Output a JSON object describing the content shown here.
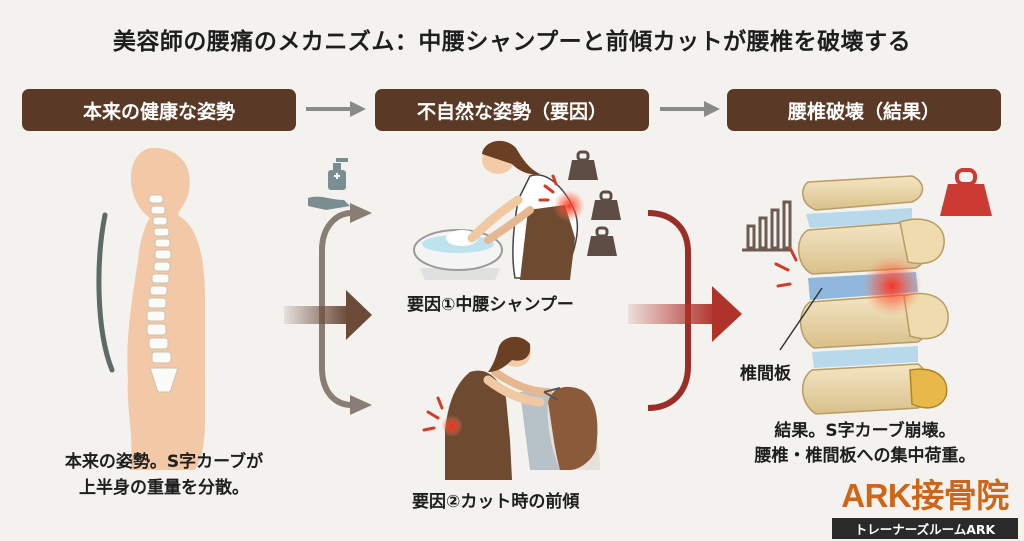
{
  "title": "美容師の腰痛のメカニズム：中腰シャンプーと前傾カットが腰椎を破壊する",
  "headers": {
    "left": "本来の健康な姿勢",
    "middle": "不自然な姿勢（要因）",
    "right": "腰椎破壊（結果）"
  },
  "labels": {
    "factor1": "要因①中腰シャンプー",
    "factor2": "要因②カット時の前傾",
    "disc": "椎間板",
    "healthy_line1": "本来の姿勢。S字カーブが",
    "healthy_line2": "上半身の重量を分散。",
    "result_line1": "結果。S字カーブ崩壊。",
    "result_line2": "腰椎・椎間板への集中荷重。"
  },
  "brand": {
    "name": "ARK接骨院",
    "sub": "トレーナーズルームARK",
    "color": "#cf6517"
  },
  "colors": {
    "header_bg": "#5a3a26",
    "pain_red": "#d23a2a",
    "arrow_brown": "#6b4a38"
  },
  "icons": [
    "hand-sanitizer-icon",
    "weight-icon",
    "bar-chart-icon",
    "pain-burst-icon"
  ]
}
